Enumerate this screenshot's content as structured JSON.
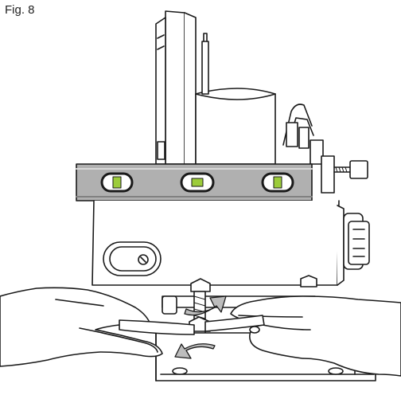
{
  "figure": {
    "label": "Fig. 8"
  },
  "illustration": {
    "subject": "installation-diagram",
    "level_bubbles": 3,
    "rotation_arrows": 2,
    "colors": {
      "line": "#1a1a1a",
      "level_bar": "#b0b0b0",
      "bubble": "#9ccc3a",
      "arrow": "#bdbdbd",
      "hand": "#ffffff"
    }
  }
}
